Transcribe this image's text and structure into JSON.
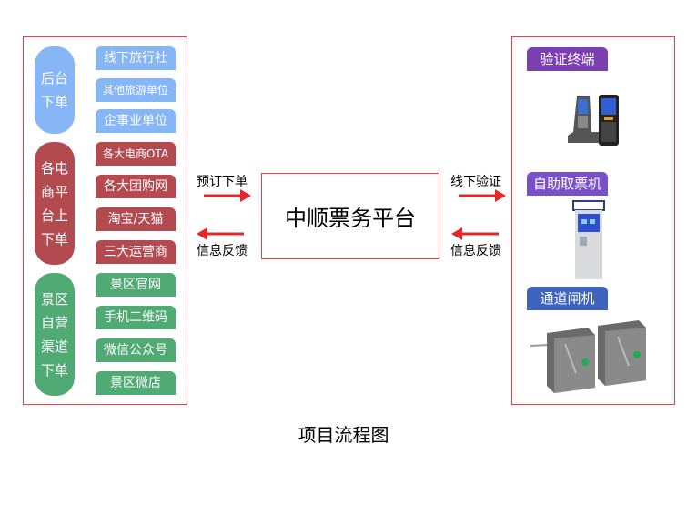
{
  "colors": {
    "blue": "#86b6f6",
    "red": "#b34a4f",
    "green": "#4faa74",
    "purple1": "#7c3fb1",
    "purple2": "#7a50c8",
    "blue2": "#3d63bf",
    "border": "#e8424f",
    "arrow": "#e8262a"
  },
  "left": {
    "groups": [
      {
        "label": "后台下单",
        "items": [
          "线下旅行社",
          "其他旅游单位",
          "企事业单位"
        ]
      },
      {
        "label": "各电商平台上下单",
        "items": [
          "各大电商OTA",
          "各大团购网",
          "淘宝/天猫",
          "三大运营商"
        ]
      },
      {
        "label": "景区自营渠道下单",
        "items": [
          "景区官网",
          "手机二维码",
          "微信公众号",
          "景区微店"
        ]
      }
    ]
  },
  "arrows": {
    "left_out": "预订下单",
    "left_in": "信息反馈",
    "right_out": "线下验证",
    "right_in": "信息反馈"
  },
  "center": "中顺票务平台",
  "right": {
    "tags": [
      "验证终端",
      "自助取票机",
      "通道闸机"
    ]
  },
  "caption": "项目流程图"
}
